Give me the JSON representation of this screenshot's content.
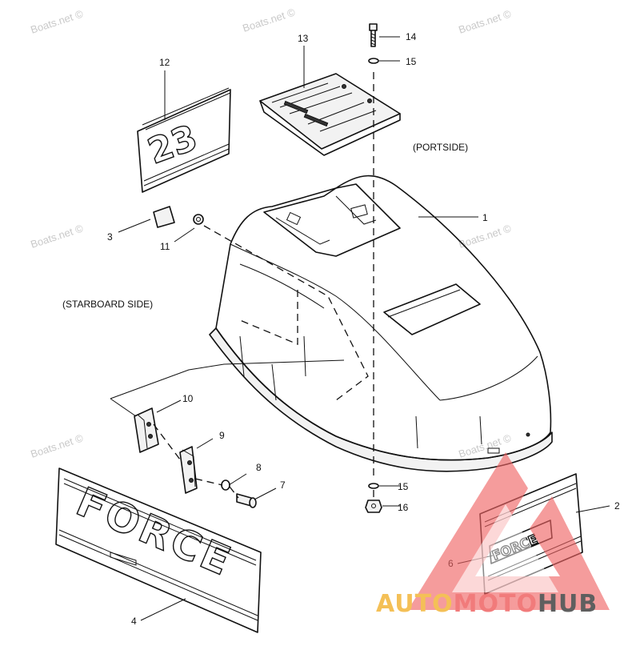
{
  "diagram": {
    "watermark": "Boats.net ©",
    "side_labels": {
      "portside": "(PORTSIDE)",
      "starboard": "(STARBOARD SIDE)"
    },
    "callouts": [
      "1",
      "2",
      "3",
      "4",
      "6",
      "7",
      "8",
      "9",
      "10",
      "11",
      "12",
      "13",
      "14",
      "15",
      "15",
      "16"
    ],
    "decals": {
      "number_decal": "23",
      "force_large": "FORCE",
      "force_small": "FORCE"
    }
  },
  "logo": {
    "part1": "AUTO",
    "part2": "MOTO",
    "part3": "HUB",
    "colors": {
      "auto": "#f3b63a",
      "moto": "#ef6464",
      "hub": "#444444",
      "triangle": "#ef6464"
    }
  }
}
